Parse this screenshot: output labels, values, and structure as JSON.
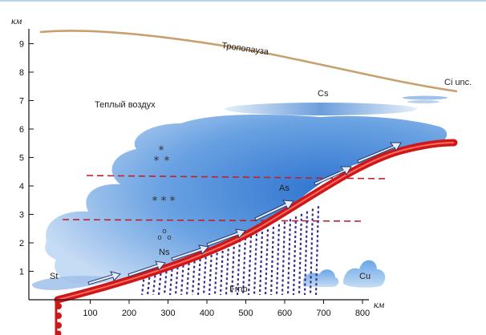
{
  "axis": {
    "y_unit": "км",
    "x_unit": "км",
    "y_ticks": [
      "1",
      "2",
      "3",
      "4",
      "5",
      "6",
      "7",
      "8",
      "9"
    ],
    "x_ticks": [
      "100",
      "200",
      "300",
      "400",
      "500",
      "600",
      "700",
      "800"
    ]
  },
  "labels": {
    "tropopause": "Тропопауза",
    "warm_air": "Теплый воздух",
    "cs": "Cs",
    "ci": "Ci unc.",
    "as": "As",
    "ns": "Ns",
    "st": "St",
    "frnb": "Frnb",
    "cu": "Cu"
  },
  "symbols": {
    "snow": "*",
    "mixed": "*",
    "rain": "o"
  },
  "colors": {
    "tropopause": "#c8a070",
    "front": "#d42020",
    "cloud": "#4a88d8",
    "precipitation": "#3a2a8a"
  }
}
